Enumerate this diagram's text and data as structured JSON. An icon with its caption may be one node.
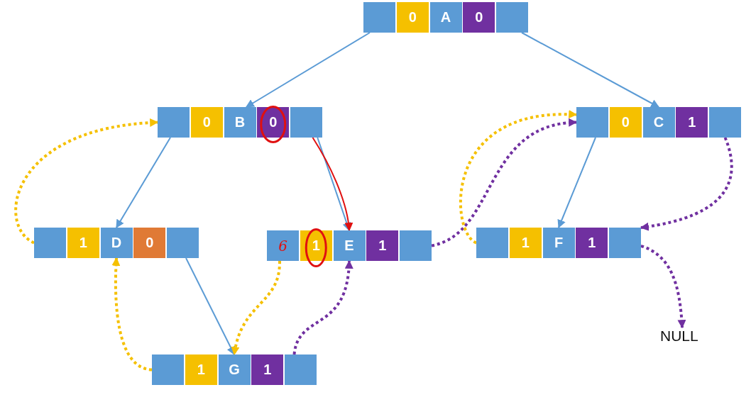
{
  "diagram": {
    "nodes": [
      {
        "text": [],
        "shape": "bar"
      },
      {
        "text": [],
        "shape": "box",
        "in": 0
      },
      {
        "text": [
          "0"
        ],
        "in": 0
      },
      {
        "text": [
          "A"
        ],
        "in": 0
      },
      {
        "text": [
          "0"
        ],
        "in": 0
      },
      {
        "text": [],
        "shape": "box",
        "in": 0
      },
      {
        "text": [],
        "shape": "bar"
      },
      {
        "text": [],
        "shape": "box",
        "in": 6
      },
      {
        "text": [
          "0"
        ],
        "in": 6
      },
      {
        "text": [
          "B"
        ],
        "in": 6
      },
      {
        "text": [
          "0"
        ],
        "in": 6
      },
      {
        "text": [],
        "shape": "box",
        "in": 6
      },
      {
        "text": [],
        "shape": "bar"
      },
      {
        "text": [],
        "shape": "box",
        "in": 12
      },
      {
        "text": [
          "0"
        ],
        "in": 12
      },
      {
        "text": [
          "C"
        ],
        "in": 12
      },
      {
        "text": [
          "1"
        ],
        "in": 12
      },
      {
        "text": [],
        "shape": "box",
        "in": 12
      },
      {
        "text": [],
        "shape": "bar"
      },
      {
        "text": [],
        "shape": "box",
        "in": 18
      },
      {
        "text": [
          "1"
        ],
        "in": 18
      },
      {
        "text": [
          "D"
        ],
        "in": 18
      },
      {
        "text": [
          "0"
        ],
        "in": 18
      },
      {
        "text": [],
        "shape": "box",
        "in": 18
      },
      {
        "text": [],
        "shape": "bar"
      },
      {
        "text": [
          "6"
        ],
        "in": 24
      },
      {
        "text": [
          "1"
        ],
        "in": 24
      },
      {
        "text": [
          "E"
        ],
        "in": 24
      },
      {
        "text": [
          "1"
        ],
        "in": 24
      },
      {
        "text": [],
        "shape": "box",
        "in": 24
      },
      {
        "text": [],
        "shape": "bar"
      },
      {
        "text": [],
        "shape": "box",
        "in": 30
      },
      {
        "text": [
          "1"
        ],
        "in": 30
      },
      {
        "text": [
          "F"
        ],
        "in": 30
      },
      {
        "text": [
          "1"
        ],
        "in": 30
      },
      {
        "text": [],
        "shape": "box",
        "in": 30
      },
      {
        "text": [],
        "shape": "bar"
      },
      {
        "text": [],
        "shape": "box",
        "in": 36
      },
      {
        "text": [
          "1"
        ],
        "in": 36
      },
      {
        "text": [
          "G"
        ],
        "in": 36
      },
      {
        "text": [
          "1"
        ],
        "in": 36
      },
      {
        "text": [],
        "shape": "box",
        "in": 36
      },
      {
        "text": [
          "NULL"
        ]
      }
    ],
    "edges": [
      {
        "from": 1,
        "to": 9,
        "arrow": "to"
      },
      {
        "from": 5,
        "to": 15,
        "arrow": "to"
      },
      {
        "from": 7,
        "to": 21,
        "arrow": "to"
      },
      {
        "from": 11,
        "to": 27,
        "arrow": "to"
      },
      {
        "from": 11,
        "to": 27,
        "arrow": "to",
        "color": "#e01010"
      },
      {
        "from": 13,
        "to": 33,
        "arrow": "to"
      },
      {
        "from": 23,
        "to": 39,
        "arrow": "to"
      },
      {
        "from": 19,
        "to": 7,
        "arrow": "to",
        "style": "dashed",
        "color": "#f5c000"
      },
      {
        "from": 37,
        "to": 21,
        "arrow": "to",
        "style": "dashed",
        "color": "#f5c000"
      },
      {
        "from": 25,
        "to": 39,
        "arrow": "to",
        "style": "dashed",
        "color": "#f5c000"
      },
      {
        "from": 41,
        "to": 27,
        "arrow": "to",
        "style": "dashed",
        "color": "#7030a0"
      },
      {
        "from": 29,
        "to": 13,
        "arrow": "to",
        "style": "dashed",
        "color": "#7030a0"
      },
      {
        "from": 31,
        "to": 13,
        "arrow": "to",
        "style": "dashed",
        "color": "#f5c000"
      },
      {
        "from": 17,
        "to": 35,
        "arrow": "to",
        "style": "dashed",
        "color": "#7030a0"
      },
      {
        "from": 35,
        "to": 42,
        "arrow": "to",
        "style": "dashed",
        "color": "#7030a0"
      }
    ]
  }
}
